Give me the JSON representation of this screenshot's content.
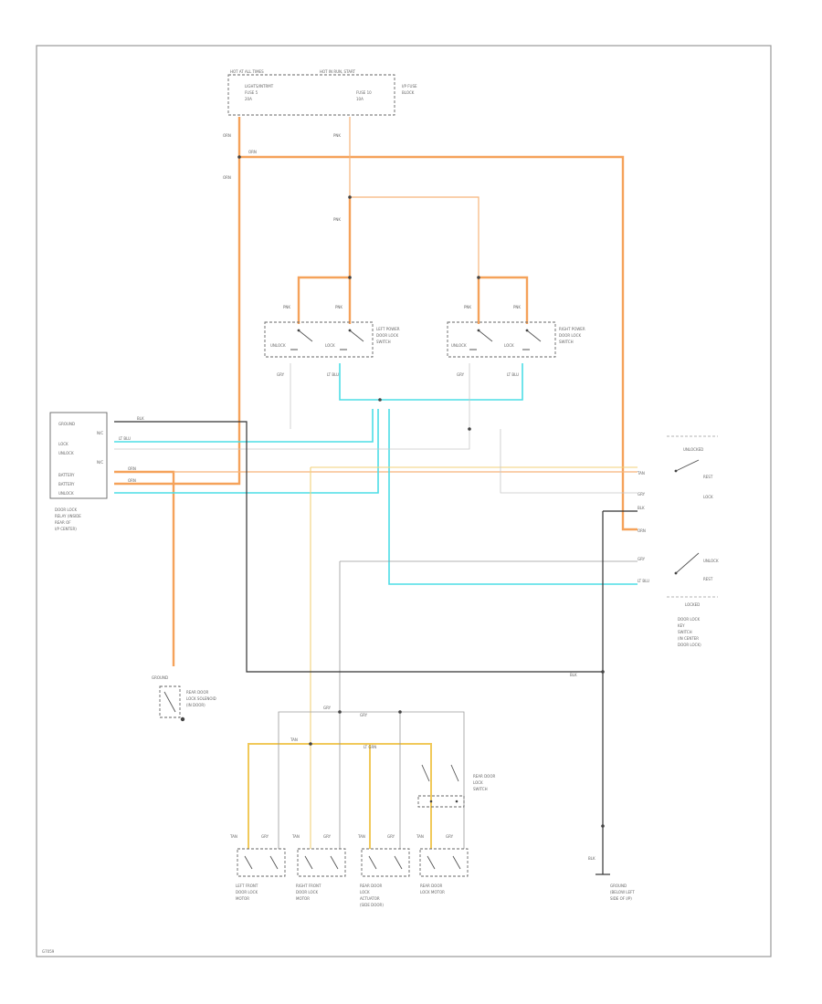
{
  "fuse_block": {
    "hot_at_all_times": "HOT AT ALL TIMES",
    "hot_in_run": "HOT IN RUN, START",
    "fuse1_line1": "LIGHTS/INTRMT",
    "fuse1_line2": "FUSE 5",
    "fuse1_line3": "20A",
    "fuse2_line1": "FUSE 10",
    "fuse2_line2": "10A",
    "name_line1": "I/P FUSE",
    "name_line2": "BLOCK"
  },
  "wires": {
    "w_orn_top_left": "ORN",
    "w_pnk_top": "PNK",
    "w_orn_left2": "ORN",
    "w_orn_top_run": "ORN",
    "w_pnk_mid": "PNK",
    "w_pnk_sw1a": "PNK",
    "w_pnk_sw1b": "PNK",
    "w_pnk_sw2a": "PNK",
    "w_pnk_sw2b": "PNK",
    "w_gry_sw1": "GRY",
    "w_ltblu_sw1": "LT BLU",
    "w_gry_sw2": "GRY",
    "w_ltblu_sw2": "LT BLU",
    "w_blk_right1": "BLK",
    "w_ltblu_right": "LT BLU",
    "w_orn_right": "ORN",
    "w_orn_right2": "ORN",
    "w_gry_right": "GRY",
    "w_ltblu_right2": "LT BLU",
    "w_blk_ground": "BLK",
    "w_gry_bottom": "GRY",
    "w_gry_bottom2": "GRY",
    "w_tan_bottom": "TAN",
    "w_lt_grn": "LT GRN",
    "w_blk_bottom": "BLK",
    "m1_a": "TAN",
    "m1_b": "GRY",
    "m2_a": "TAN",
    "m2_b": "GRY",
    "m3_a": "TAN",
    "m3_b": "GRY",
    "m4_a": "TAN",
    "m4_b": "GRY"
  },
  "switches": {
    "left": {
      "unlock": "UNLOCK",
      "lock": "LOCK",
      "name1": "LEFT POWER",
      "name2": "DOOR LOCK",
      "name3": "SWITCH"
    },
    "right": {
      "unlock": "UNLOCK",
      "lock": "LOCK",
      "name1": "RIGHT POWER",
      "name2": "DOOR LOCK",
      "name3": "SWITCH"
    }
  },
  "relay_module": {
    "term1": "GROUND",
    "term2": "N/C",
    "term3": "LOCK",
    "term4": "UNLOCK",
    "term5": "N/C",
    "term6": "BATTERY",
    "term7": "BATTERY",
    "term8": "UNLOCK",
    "name1": "DOOR LOCK",
    "name2": "RELAY (INSIDE",
    "name3": "REAR OF",
    "name4": "I/P CENTER)"
  },
  "right_switch": {
    "header": "UNLOCKED",
    "s1": "REST",
    "s2": "LOCK",
    "s3": "UNLOCK",
    "s4": "REST",
    "footer": "LOCKED",
    "name1": "DOOR LOCK",
    "name2": "KEY",
    "name3": "SWITCH",
    "name4": "(IN CENTER",
    "name5": "DOOR LOCK)"
  },
  "sensor": {
    "label": "GROUND",
    "name1": "REAR DOOR",
    "name2": "LOCK SOLENOID",
    "name3": "(IN DOOR)"
  },
  "actuators": {
    "a1_line1": "LEFT FRONT",
    "a1_line2": "DOOR LOCK",
    "a1_line3": "MOTOR",
    "a2_line1": "RIGHT FRONT",
    "a2_line2": "DOOR LOCK",
    "a2_line3": "MOTOR",
    "a3_line1": "REAR DOOR",
    "a3_line2": "LOCK",
    "a3_line3": "ACTUATOR",
    "a3_line4": "(SIDE DOOR)",
    "a4_line1": "REAR DOOR",
    "a4_line2": "LOCK MOTOR"
  },
  "rear_switch": {
    "name1": "REAR DOOR",
    "name2": "LOCK",
    "name3": "SWITCH"
  },
  "ground_point": {
    "name1": "GROUND",
    "name2": "(BELOW LEFT",
    "name3": "SIDE OF I/P)"
  },
  "figure_code": "G7059"
}
